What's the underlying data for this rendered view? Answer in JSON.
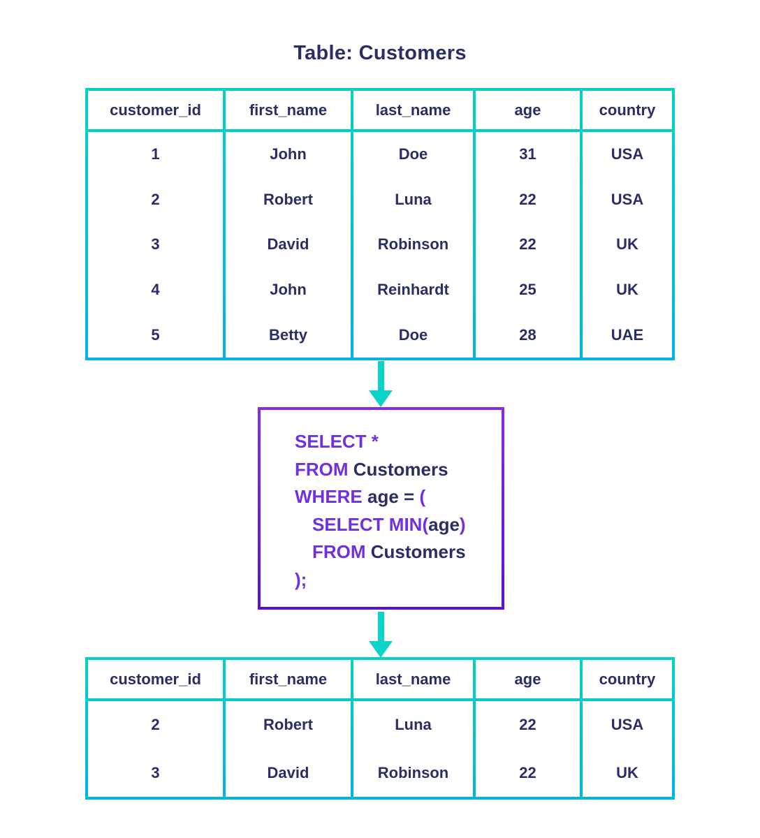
{
  "title": "Table: Customers",
  "columns": [
    "customer_id",
    "first_name",
    "last_name",
    "age",
    "country"
  ],
  "source_table": {
    "rows": [
      [
        "1",
        "John",
        "Doe",
        "31",
        "USA"
      ],
      [
        "2",
        "Robert",
        "Luna",
        "22",
        "USA"
      ],
      [
        "3",
        "David",
        "Robinson",
        "22",
        "UK"
      ],
      [
        "4",
        "John",
        "Reinhardt",
        "25",
        "UK"
      ],
      [
        "5",
        "Betty",
        "Doe",
        "28",
        "UAE"
      ]
    ]
  },
  "query": {
    "lines": [
      {
        "indent": 0,
        "segments": [
          {
            "t": "SELECT *",
            "c": "kw"
          }
        ]
      },
      {
        "indent": 0,
        "segments": [
          {
            "t": "FROM",
            "c": "kw"
          },
          {
            "t": " Customers",
            "c": "id"
          }
        ]
      },
      {
        "indent": 0,
        "segments": [
          {
            "t": "WHERE",
            "c": "kw"
          },
          {
            "t": " age = ",
            "c": "id"
          },
          {
            "t": "(",
            "c": "kw"
          }
        ]
      },
      {
        "indent": 1,
        "segments": [
          {
            "t": "SELECT MIN(",
            "c": "kw"
          },
          {
            "t": "age",
            "c": "id"
          },
          {
            "t": ")",
            "c": "kw"
          }
        ]
      },
      {
        "indent": 1,
        "segments": [
          {
            "t": "FROM",
            "c": "kw"
          },
          {
            "t": " Customers",
            "c": "id"
          }
        ]
      },
      {
        "indent": 0,
        "segments": [
          {
            "t": ");",
            "c": "kw"
          }
        ]
      }
    ]
  },
  "result_table": {
    "rows": [
      [
        "2",
        "Robert",
        "Luna",
        "22",
        "USA"
      ],
      [
        "3",
        "David",
        "Robinson",
        "22",
        "UK"
      ]
    ]
  },
  "colors": {
    "teal_top": "#00D4C0",
    "blue_bottom": "#00B3E4",
    "arrow_teal": "#0CD3C8",
    "purple_top": "#8A2BE2",
    "purple_bottom": "#5B11CE",
    "keyword_purple": "#7130E0",
    "navy": "#2B2D66"
  }
}
